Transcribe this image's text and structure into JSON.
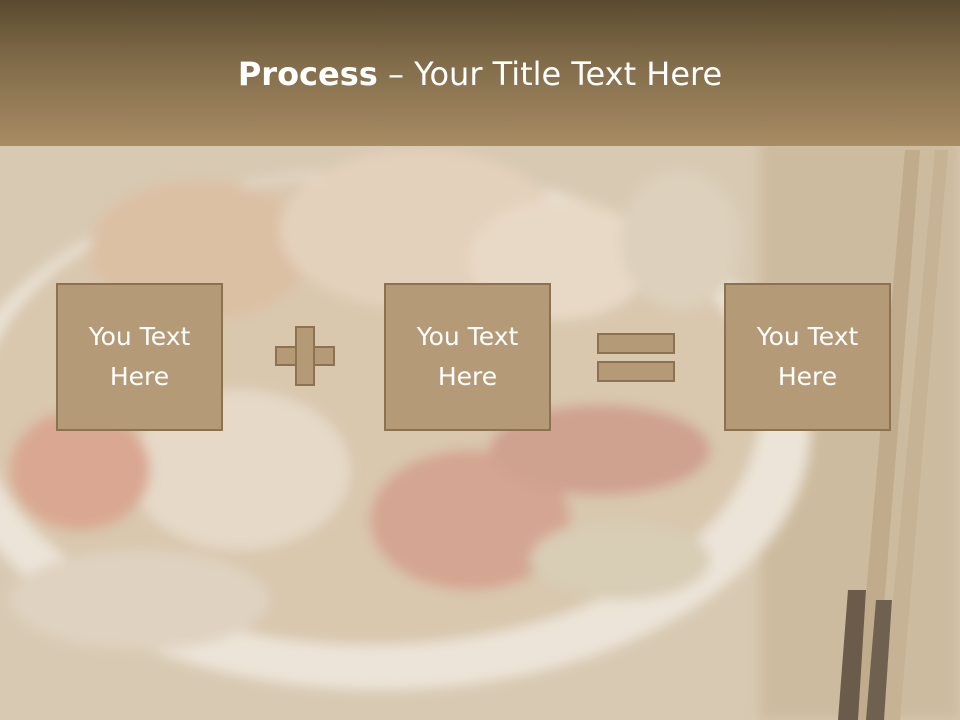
{
  "slide": {
    "title_bold": "Process",
    "title_rest": " – Your Title Text Here",
    "boxes": [
      {
        "line1": "You Text",
        "line2": "Here"
      },
      {
        "line1": "You Text",
        "line2": "Here"
      },
      {
        "line1": "You Text",
        "line2": "Here"
      }
    ],
    "operators": [
      "plus-icon",
      "equals-icon"
    ]
  },
  "colors": {
    "header_top": "#5a4a30",
    "header_bottom": "#a88c64",
    "box_fill": "#b49a77",
    "box_border": "#8c7250",
    "text": "#ffffff"
  }
}
